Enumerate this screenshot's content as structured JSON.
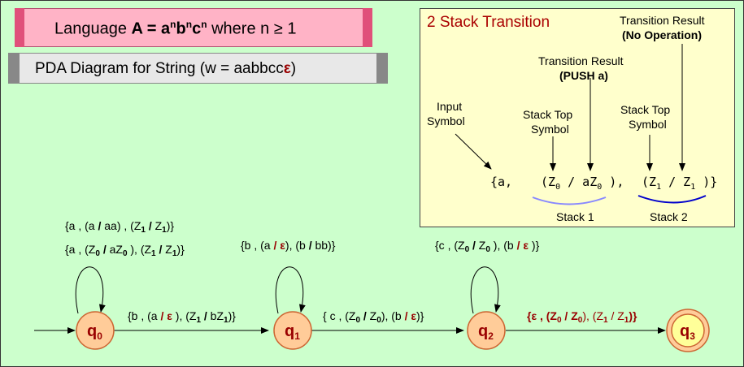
{
  "language": {
    "prefix": "Language ",
    "A": "A = a",
    "sup_n": "n",
    "b": "b",
    "c": "c",
    "suffix": " where n ≥ 1"
  },
  "pda_title": {
    "prefix": "PDA Diagram for String (w = aabbcc",
    "eps": "ε",
    "suffix": ")"
  },
  "legend": {
    "title": "2 Stack Transition",
    "result_noop_line1": "Transition Result",
    "result_noop_line2": "(No Operation)",
    "result_push_line1": "Transition Result",
    "result_push_line2": "(PUSH a)",
    "input_symbol_line1": "Input",
    "input_symbol_line2": "Symbol",
    "stack_top1_line1": "Stack Top",
    "stack_top1_line2": "Symbol",
    "stack_top2_line1": "Stack Top",
    "stack_top2_line2": "Symbol",
    "expr_a": "{a,",
    "expr_stack1": "(Z0 / aZ0),",
    "expr_stack2": "(Z1 / Z1)}",
    "stack1_label": "Stack 1",
    "stack2_label": "Stack 2"
  },
  "states": [
    "q0",
    "q1",
    "q2",
    "q3"
  ],
  "transitions": {
    "q0_loop_1": "{a , (a / aa) , (Z1 / Z1)}",
    "q0_loop_2": "{a , (Z0 / aZ0 ), (Z1 / Z1)}",
    "q0_q1": "{b , (a / ε ), (Z1 / bZ1)}",
    "q1_loop": "{b , (a / ε), (b / bb)}",
    "q1_q2": "{ c , (Z0 / Z0), (b / ε)}",
    "q2_loop": "{c , (Z0 / Z0 ), (b / ε )}",
    "q2_q3": "{ε , (Z0 / Z0), (Z1 / Z1)}"
  },
  "colors": {
    "background": "#ccffcc",
    "state_fill": "#ffcc99",
    "final_fill": "#ffff99",
    "epsilon": "#990000"
  }
}
